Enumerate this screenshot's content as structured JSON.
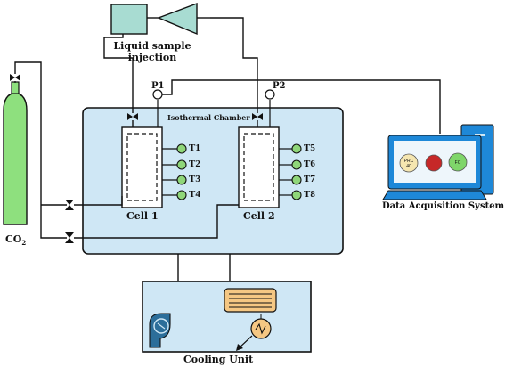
{
  "labels": {
    "liquid_sample": [
      "Liquid sample",
      "injection"
    ],
    "p1": "P1",
    "p2": "P2",
    "chamber": "Isothermal Chamber",
    "cell1": "Cell 1",
    "cell2": "Cell 2",
    "co2": "CO",
    "co2_sub": "2",
    "daq": "Data Acquisition System",
    "cooling": "Cooling Unit"
  },
  "sensors_cell1": [
    "T1",
    "T2",
    "T3",
    "T4"
  ],
  "sensors_cell2": [
    "T5",
    "T6",
    "T7",
    "T8"
  ],
  "monitor_displays": [
    "PRC 40",
    "",
    "FC"
  ],
  "colors": {
    "chamber_fill": "#cfe7f5",
    "cylinder": "#8ee07e",
    "pump": "#a8dcd2",
    "sensor": "#8fd679",
    "monitor": "#1e88d8",
    "cooler": "#f5c783",
    "fan": "#2c6e9a"
  }
}
